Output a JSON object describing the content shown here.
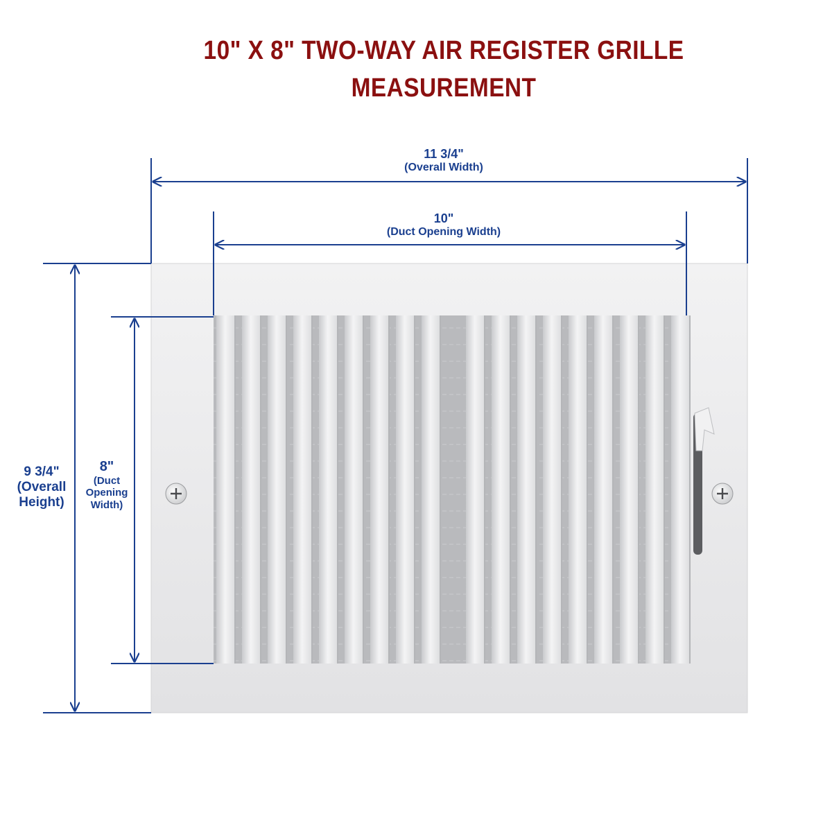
{
  "title": {
    "line1": "10\" X 8\" TWO-WAY AIR REGISTER GRILLE",
    "line2": "MEASUREMENT"
  },
  "dimensions": {
    "overall_width": {
      "value": "11 3/4\"",
      "label": "(Overall Width)"
    },
    "duct_width": {
      "value": "10\"",
      "label": "(Duct Opening Width)"
    },
    "overall_height": {
      "value": "9 3/4\"",
      "label_line1": "(Overall",
      "label_line2": "Height)"
    },
    "duct_height": {
      "value": "8\"",
      "label_line1": "(Duct",
      "label_line2": "Opening",
      "label_line3": "Width)"
    }
  },
  "colors": {
    "title": "#8b1010",
    "dimension": "#1a3f8f",
    "grille": "#ececed"
  }
}
